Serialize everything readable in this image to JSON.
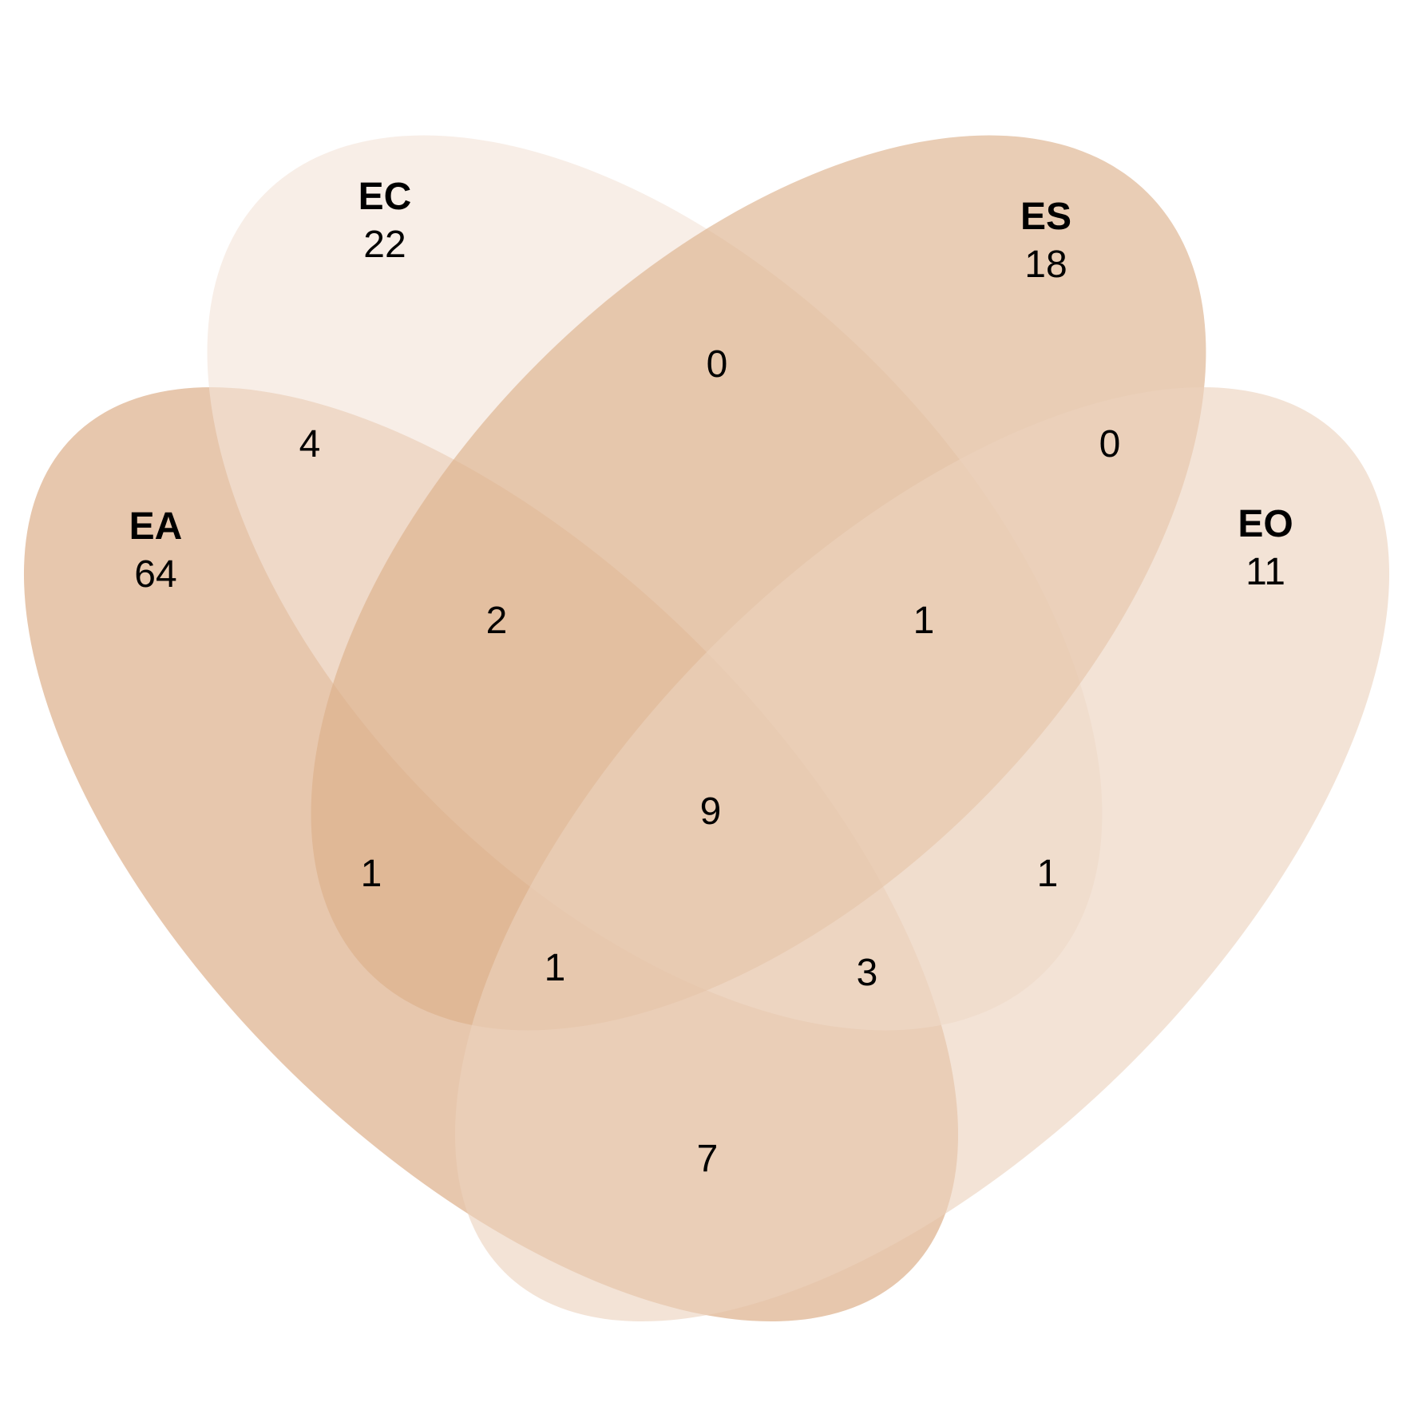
{
  "sets": [
    {
      "name": "EA",
      "count": "64",
      "color": "#d9a57a"
    },
    {
      "name": "EC",
      "count": "22",
      "color": "#f3e4d9"
    },
    {
      "name": "ES",
      "count": "18",
      "color": "#dcae88"
    },
    {
      "name": "EO",
      "count": "11",
      "color": "#ebd2bd"
    }
  ],
  "regions": {
    "ec_es": "0",
    "ea_ec": "4",
    "es_eo": "0",
    "ea_ec_es": "2",
    "ec_es_eo": "1",
    "all": "9",
    "ea_es": "1",
    "ec_eo": "1",
    "ea_es_eo": "1",
    "ea_ec_eo": "3",
    "ea_eo": "7"
  }
}
